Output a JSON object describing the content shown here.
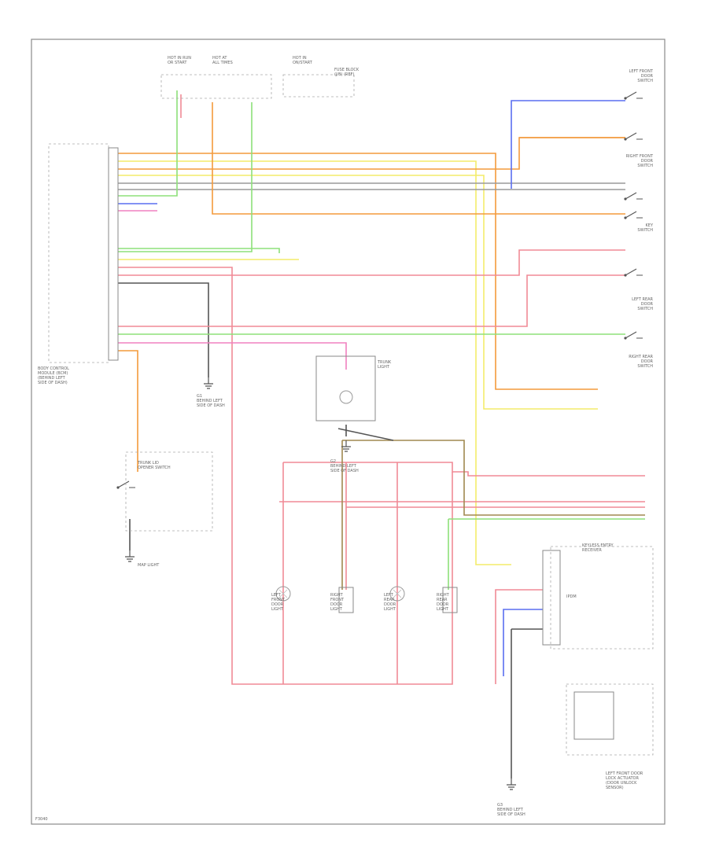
{
  "diagram": {
    "footer_code": "F3040",
    "colors": {
      "wire_red": "#f08a96",
      "wire_orange": "#f39a3c",
      "wire_yellow": "#f4ec6a",
      "wire_green": "#8ee07a",
      "wire_blue": "#5a6ef0",
      "wire_pink": "#f080c0",
      "wire_grey": "#9a9a9a",
      "wire_brown": "#a08850",
      "wire_black": "#555555",
      "frame": "#8a8a8a"
    },
    "labels": {
      "fuse_block_left": "HOT IN RUN\nOR START",
      "fuse_block_mid": "HOT AT\nALL TIMES",
      "fuse_block_right": "HOT IN\nON/START",
      "fuse_box_note": "FUSE BLOCK\n(J/B) (REF)",
      "bcm_title": "BODY CONTROL\nMODULE (BCM)\n(BEHIND LEFT\nSIDE OF DASH)",
      "right_switch_1": "LEFT FRONT\nDOOR\nSWITCH",
      "right_switch_2": "RIGHT FRONT\nDOOR\nSWITCH",
      "right_switch_3": "KEY\nSWITCH",
      "right_switch_4": "LEFT REAR\nDOOR\nSWITCH",
      "right_switch_5": "RIGHT REAR\nDOOR\nSWITCH",
      "trunk_light": "TRUNK\nLIGHT",
      "ground_left": "G1\nBEHIND LEFT\nSIDE OF DASH",
      "ground_mid": "G2\nBEHIND LEFT\nSIDE OF DASH",
      "ground_bottom": "G3\nBEHIND LEFT\nSIDE OF DASH",
      "lamp_1": "LEFT\nFRONT\nDOOR\nLIGHT",
      "lamp_2": "RIGHT\nFRONT\nDOOR\nLIGHT",
      "lamp_3": "LEFT\nREAR\nDOOR\nLIGHT",
      "lamp_4": "RIGHT\nREAR\nDOOR\nLIGHT",
      "ipdm": "IPDM",
      "keyless_unit": "KEYLESS ENTRY\nRECEIVER",
      "door_lock": "LEFT FRONT DOOR\nLOCK ACTUATOR\n(DOOR UNLOCK\nSENSOR)",
      "trunk_opener": "TRUNK LID\nOPENER SWITCH",
      "map_light": "MAP LIGHT"
    }
  }
}
